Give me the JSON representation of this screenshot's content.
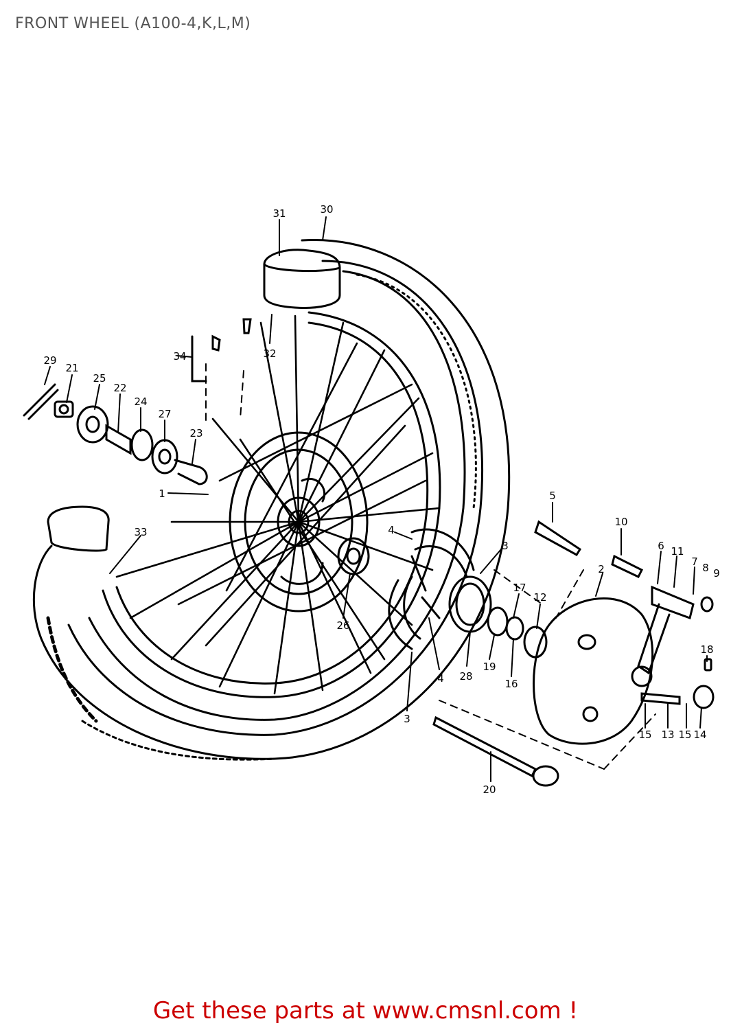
{
  "title": "FRONT WHEEL (A100-4,K,L,M)",
  "footer": {
    "text": "Get these parts at www.cmsnl.com !",
    "color": "#cc0000"
  },
  "callouts": {
    "c1": "1",
    "c2": "2",
    "c3a": "3",
    "c3b": "3",
    "c4a": "4",
    "c4b": "4",
    "c5": "5",
    "c6": "6",
    "c7": "7",
    "c8": "8",
    "c9": "9",
    "c10": "10",
    "c11": "11",
    "c12": "12",
    "c13": "13",
    "c14": "14",
    "c15a": "15",
    "c15b": "15",
    "c16": "16",
    "c17": "17",
    "c18": "18",
    "c19": "19",
    "c20": "20",
    "c21a": "21",
    "c22": "22",
    "c23": "23",
    "c24": "24",
    "c25": "25",
    "c26": "26",
    "c27": "27",
    "c28": "28",
    "c29": "29",
    "c30": "30",
    "c31": "31",
    "c32": "32",
    "c33": "33",
    "c34": "34"
  }
}
